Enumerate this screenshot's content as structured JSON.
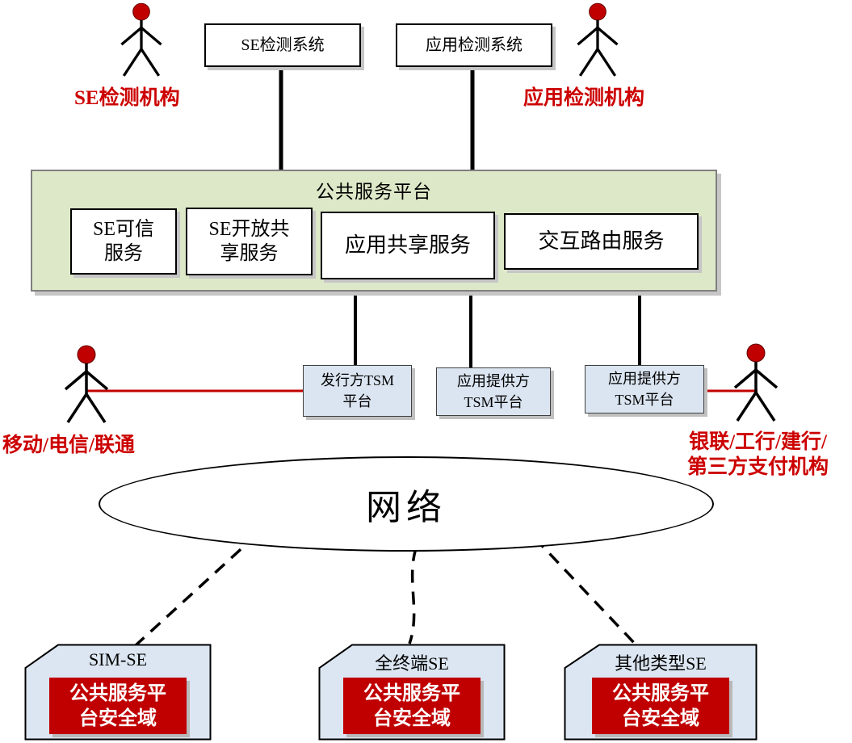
{
  "systems": [
    "SE检测系统",
    "应用检测系统"
  ],
  "actors": {
    "se_inspector": "SE检测机构",
    "app_inspector": "应用检测机构",
    "telecom": "移动/电信/联通",
    "finance": "银联/工行/建行/\n第三方支付机构"
  },
  "platform": {
    "title": "公共服务平台",
    "services": [
      "SE可信\n服务",
      "SE开放共\n享服务",
      "应用共享服务",
      "交互路由服务"
    ]
  },
  "tsm": [
    "发行方TSM\n平台",
    "应用提供方\nTSM平台",
    "应用提供方\nTSM平台"
  ],
  "network": {
    "label": "网络"
  },
  "cards": [
    {
      "title": "SIM-SE",
      "zone": "公共服务平\n台安全域"
    },
    {
      "title": "全终端SE",
      "zone": "公共服务平\n台安全域"
    },
    {
      "title": "其他类型SE",
      "zone": "公共服务平\n台安全域"
    }
  ],
  "colors": {
    "platform_fill": "#dde8c8",
    "tsm_fill": "#dbe5f1",
    "card_fill": "#dce6f2",
    "zone_fill": "#c00000",
    "accent_red": "#cc0000"
  }
}
